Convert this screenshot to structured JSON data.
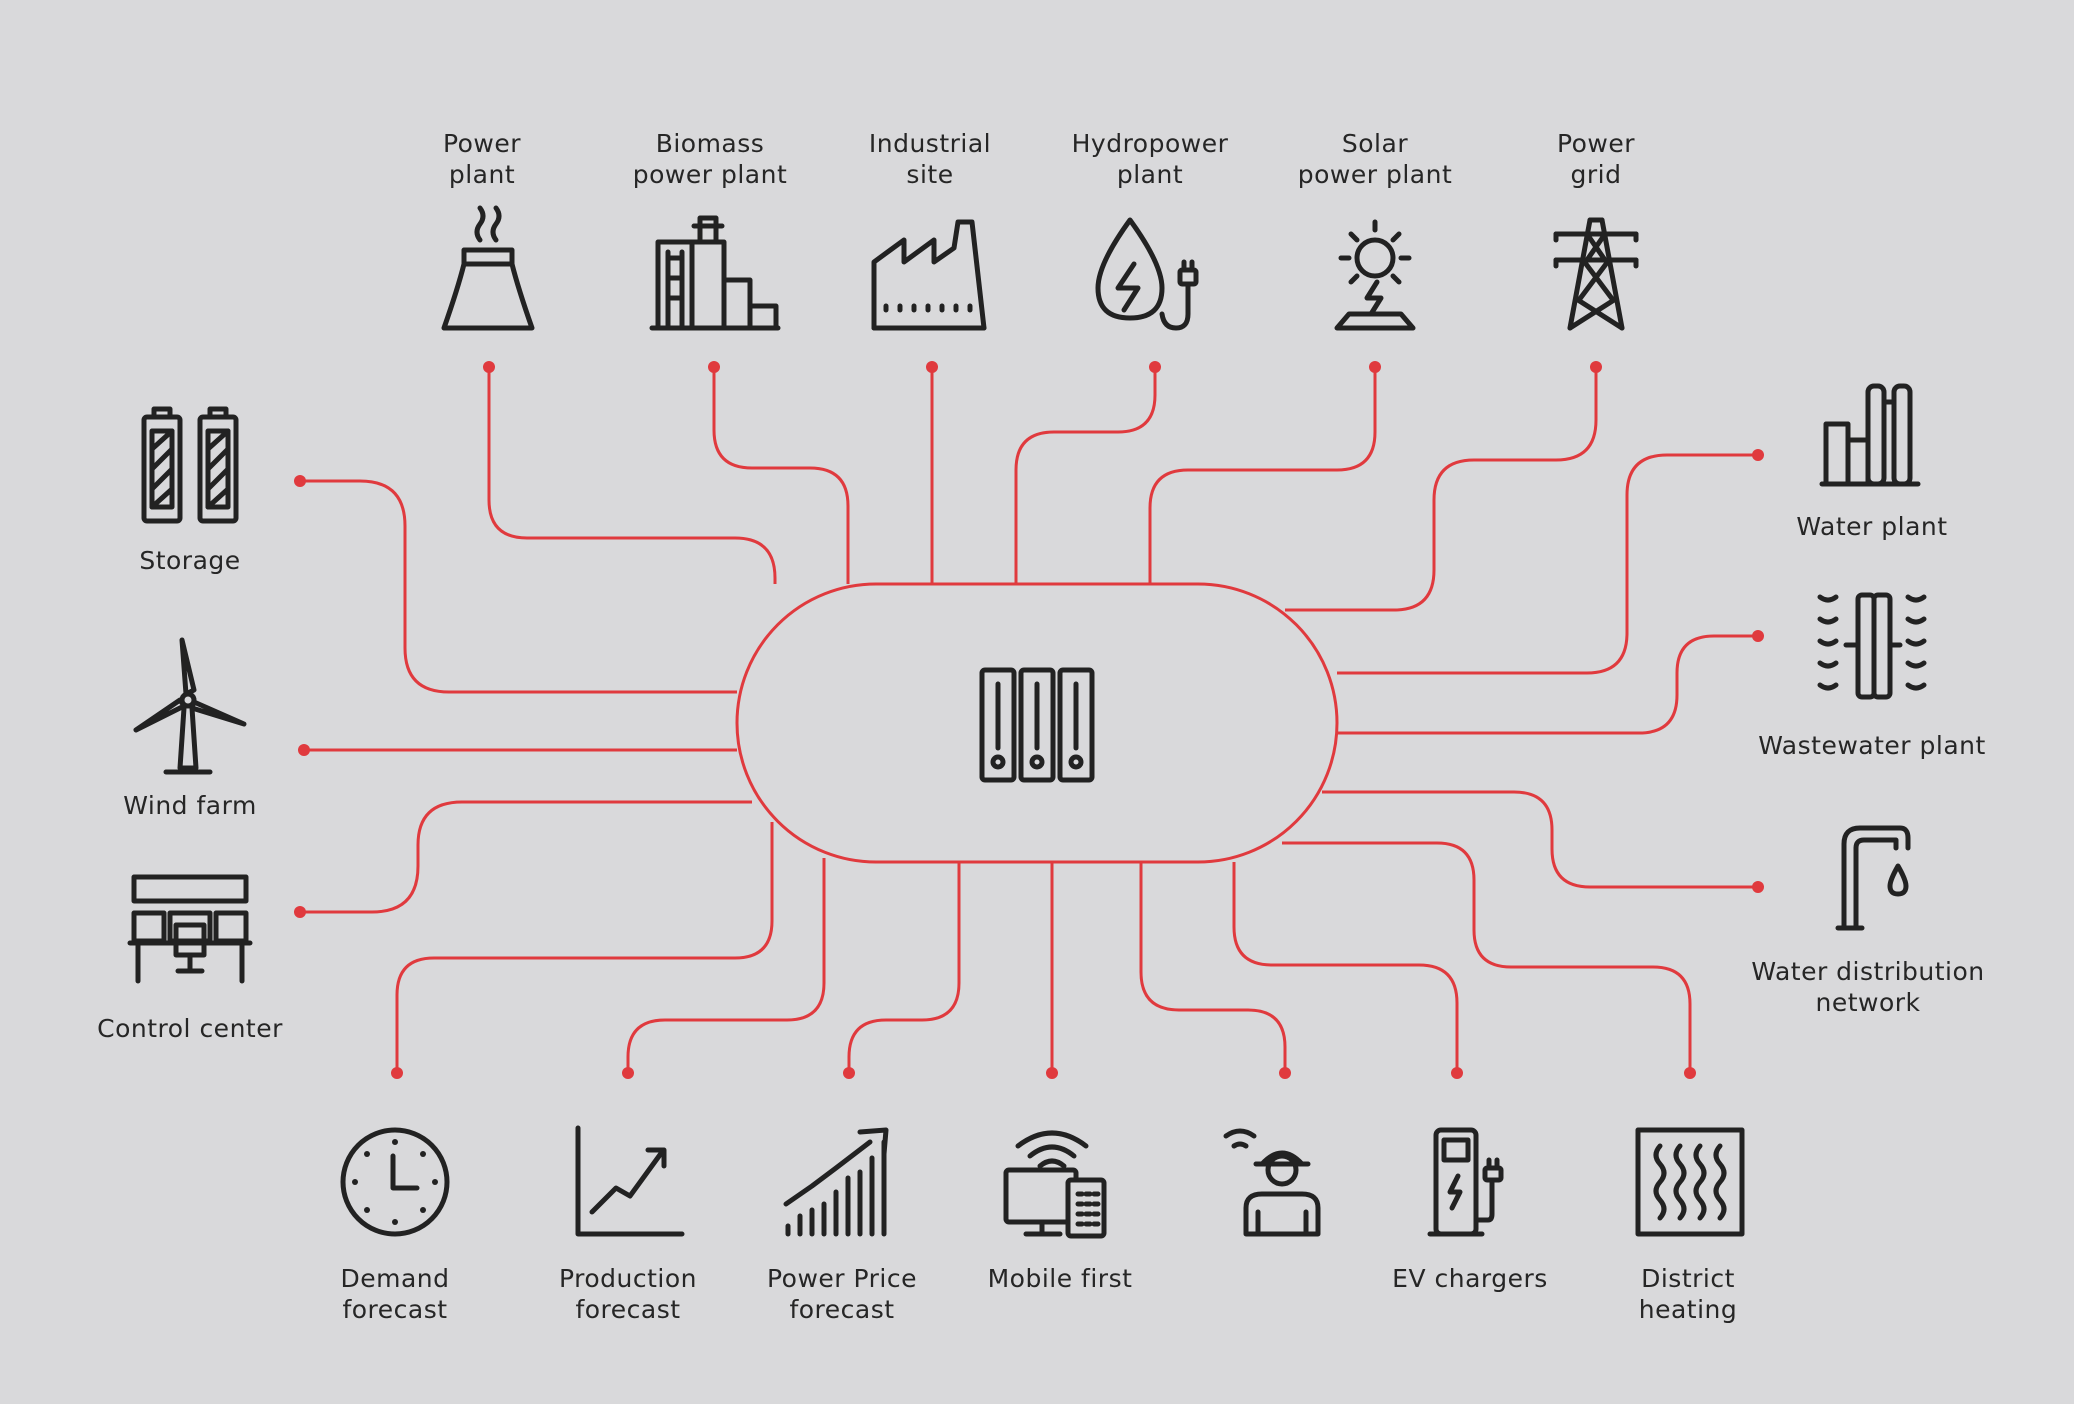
{
  "colors": {
    "background": "#d9d9db",
    "connector": "#e03a3e",
    "icon": "#222222",
    "text": "#262626"
  },
  "hub": {
    "icon": "server-rack-icon"
  },
  "top": {
    "power_plant": "Power\nplant",
    "biomass": "Biomass\npower plant",
    "industrial": "Industrial\nsite",
    "hydropower": "Hydropower\nplant",
    "solar": "Solar\npower plant",
    "grid": "Power\ngrid"
  },
  "left": {
    "storage": "Storage",
    "wind": "Wind farm",
    "control": "Control center"
  },
  "right": {
    "water_plant": "Water plant",
    "wastewater": "Wastewater plant",
    "water_dist": "Water distribution\nnetwork"
  },
  "bottom": {
    "demand": "Demand\nforecast",
    "production": "Production\nforecast",
    "price": "Power Price\nforecast",
    "mobile": "Mobile first",
    "field_worker": "",
    "ev": "EV chargers",
    "heating": "District\nheating"
  }
}
